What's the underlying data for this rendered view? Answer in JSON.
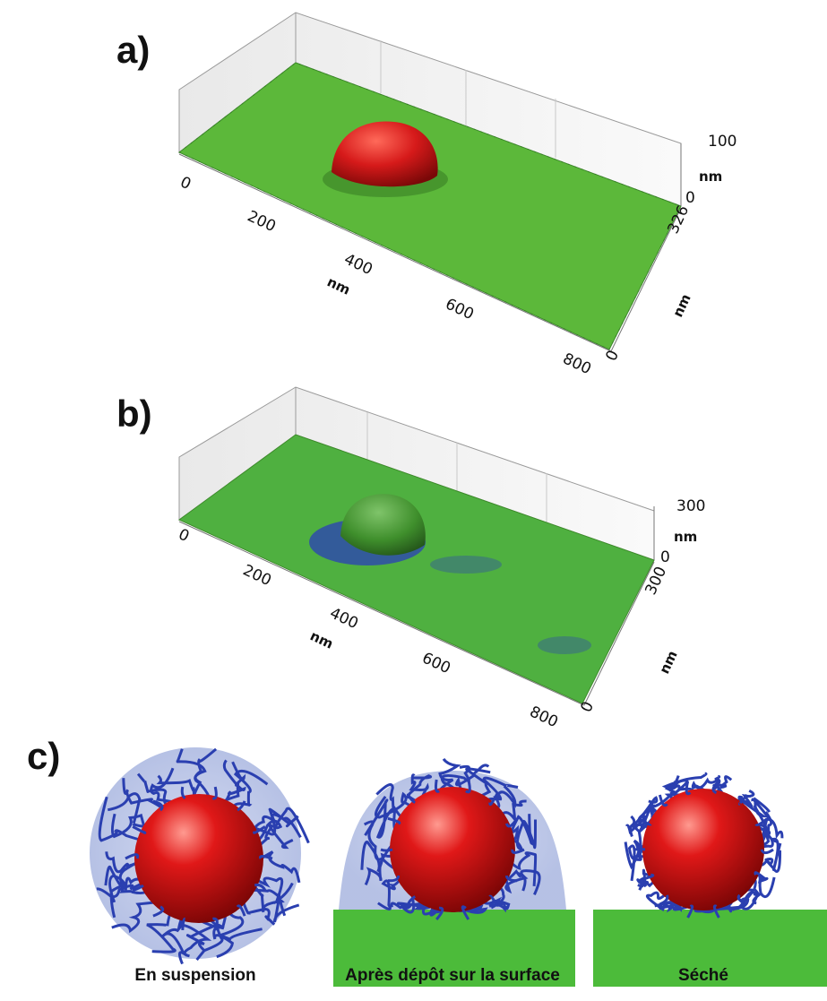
{
  "panels": {
    "a": {
      "label": "a)",
      "z_ticks": [
        "100",
        "0"
      ],
      "z_unit": "nm",
      "x_ticks": [
        "0",
        "200",
        "400",
        "600",
        "800"
      ],
      "x_unit": "nm",
      "y_ticks": [
        "326",
        "0"
      ],
      "y_unit": "nm",
      "surface_color": "#5cb83a",
      "particle_color": "#d61a1a"
    },
    "b": {
      "label": "b)",
      "z_ticks": [
        "300",
        "0"
      ],
      "z_unit": "nm",
      "x_ticks": [
        "0",
        "200",
        "400",
        "600",
        "800"
      ],
      "x_unit": "nm",
      "y_ticks": [
        "300",
        "0"
      ],
      "y_unit": "nm",
      "surface_color": "#4fb040",
      "particle_color": "#3f8f2c",
      "shadow_color": "#2a3fb8"
    },
    "c": {
      "label": "c)",
      "captions": [
        "En suspension",
        "Après dépôt sur la surface",
        "Séché"
      ],
      "sphere_color": "#e01818",
      "polymer_color": "#2a3fb0",
      "halo_color": "#b9c4e8",
      "substrate_color": "#4cbb3a"
    }
  }
}
